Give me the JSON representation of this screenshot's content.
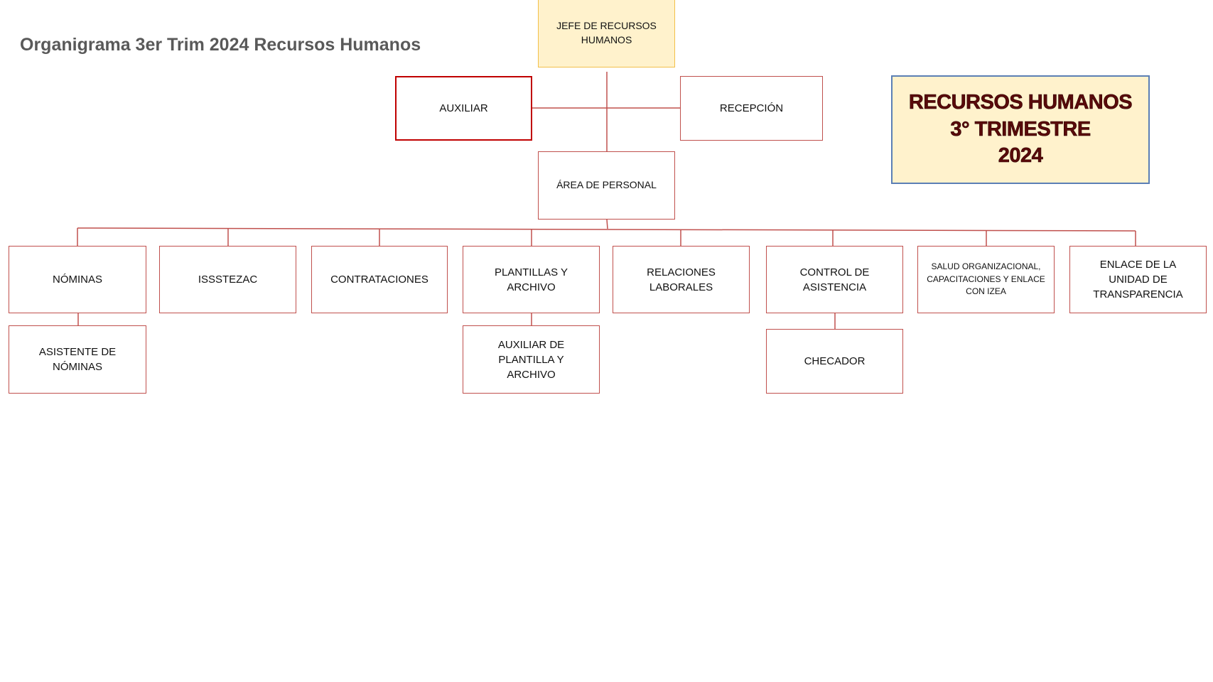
{
  "title": "Organigrama 3er Trim 2024 Recursos Humanos",
  "badge": {
    "line1": "RECURSOS HUMANOS",
    "line2": "3° TRIMESTRE",
    "line3": "2024"
  },
  "nodes": {
    "jefe": "JEFE DE RECURSOS HUMANOS",
    "auxiliar": "AUXILIAR",
    "recepcion": "RECEPCIÓN",
    "area": "ÁREA DE PERSONAL",
    "departments": [
      "NÓMINAS",
      "ISSSTEZAC",
      "CONTRATACIONES",
      "PLANTILLAS Y ARCHIVO",
      "RELACIONES LABORALES",
      "CONTROL DE ASISTENCIA",
      "SALUD ORGANIZACIONAL, CAPACITACIONES Y ENLACE CON IZEA",
      "ENLACE DE LA UNIDAD DE TRANSPARENCIA"
    ],
    "asistente_nominas": "ASISTENTE DE NÓMINAS",
    "auxiliar_plantilla": "AUXILIAR DE PLANTILLA Y ARCHIVO",
    "checador": "CHECADOR"
  },
  "colors": {
    "line": "#c0504d",
    "jefe_fill": "#fff2cc",
    "badge_border": "#5b7fb5"
  }
}
